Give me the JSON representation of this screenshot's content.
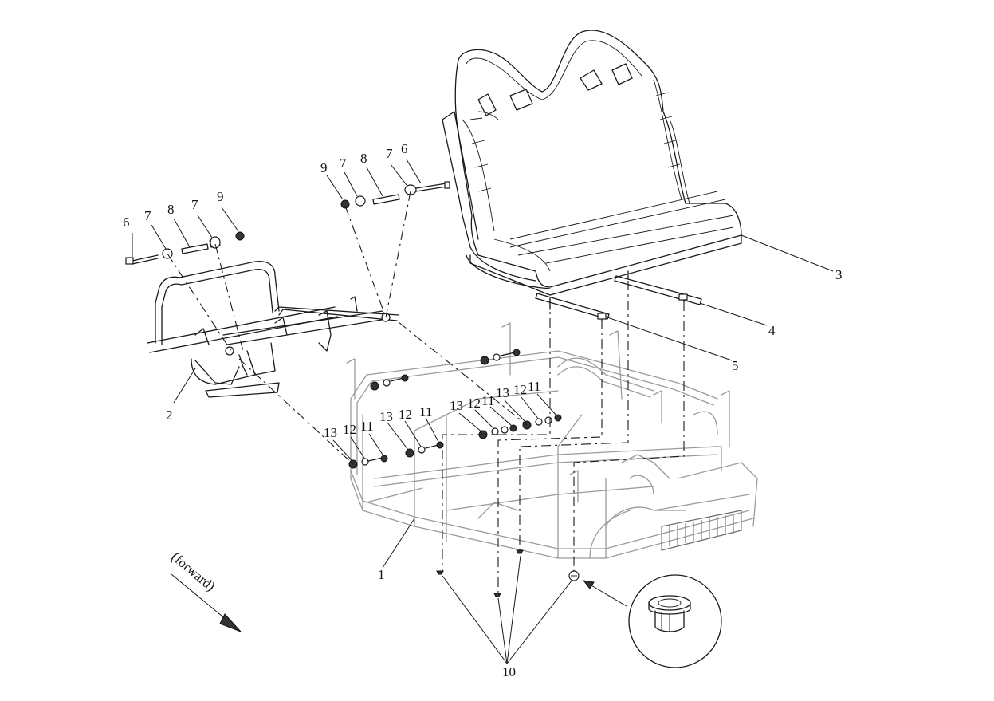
{
  "labels": {
    "p1": "1",
    "p2": "2",
    "p3": "3",
    "p4": "4",
    "p5": "5",
    "p6a": "6",
    "p6b": "6",
    "p7a": "7",
    "p7b": "7",
    "p7c": "7",
    "p7d": "7",
    "p8a": "8",
    "p8b": "8",
    "p9a": "9",
    "p9b": "9",
    "p10": "10",
    "p11a": "11",
    "p11b": "11",
    "p11c": "11",
    "p11d": "11",
    "p12a": "12",
    "p12b": "12",
    "p12c": "12",
    "p12d": "12",
    "p13a": "13",
    "p13b": "13",
    "p13c": "13",
    "p13d": "13"
  },
  "direction": {
    "text": "(forward)"
  }
}
